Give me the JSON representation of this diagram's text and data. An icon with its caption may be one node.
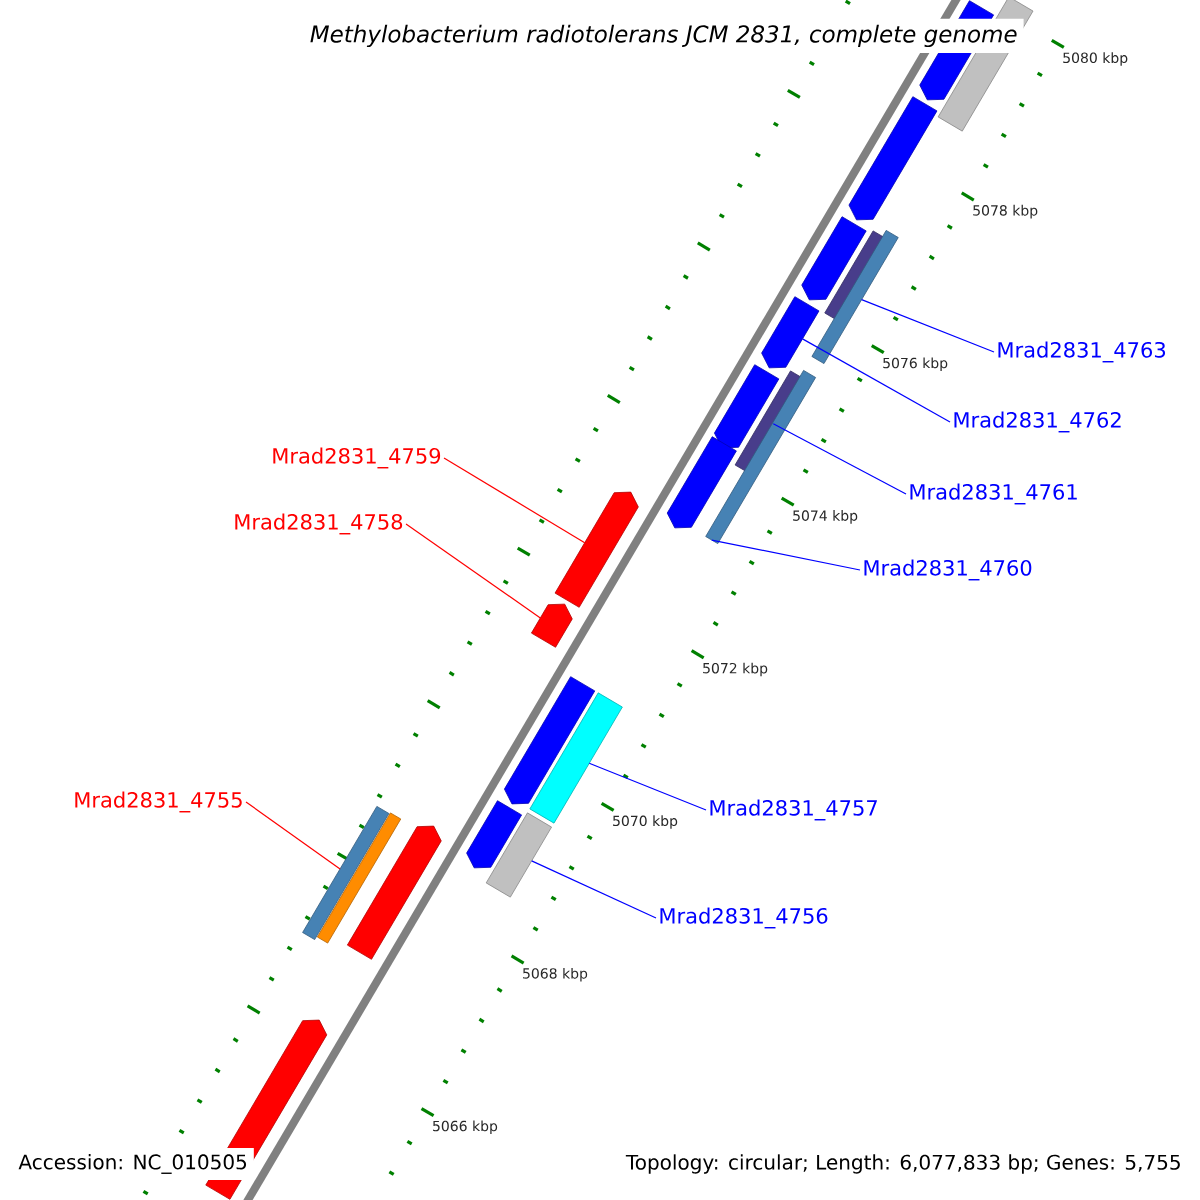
{
  "diagram": {
    "title": "Methylobacterium radiotolerans JCM 2831, complete genome",
    "nodes": [
      {
        "text": [
          "Mrad2831_4763"
        ]
      },
      {
        "text": [
          "Mrad2831_4762"
        ]
      },
      {
        "text": [
          "Mrad2831_4759"
        ]
      },
      {
        "text": [
          "Mrad2831_4761"
        ]
      },
      {
        "text": [
          "Mrad2831_4758"
        ]
      },
      {
        "text": [
          "Mrad2831_4760"
        ]
      },
      {
        "text": [
          "Mrad2831_4755"
        ]
      },
      {
        "text": [
          "Mrad2831_4757"
        ]
      },
      {
        "text": [
          "Mrad2831_4756"
        ]
      },
      {
        "text": [],
        "shape": "pentagon"
      },
      {
        "text": [],
        "shape": "bar"
      },
      {
        "text": [],
        "shape": "pentagon"
      },
      {
        "text": [],
        "shape": "pentagon"
      },
      {
        "text": [],
        "shape": "bar"
      },
      {
        "text": [],
        "shape": "bar"
      },
      {
        "text": [],
        "shape": "pentagon"
      },
      {
        "text": [],
        "shape": "pentagon"
      },
      {
        "text": [],
        "shape": "bar"
      },
      {
        "text": [],
        "shape": "bar"
      },
      {
        "text": [],
        "shape": "pentagon"
      },
      {
        "text": [],
        "shape": "pentagon"
      },
      {
        "text": [],
        "shape": "pentagon"
      },
      {
        "text": [],
        "shape": "pentagon"
      },
      {
        "text": [],
        "shape": "bar"
      },
      {
        "text": [],
        "shape": "pentagon"
      },
      {
        "text": [],
        "shape": "bar"
      },
      {
        "text": [],
        "shape": "bar"
      },
      {
        "text": [],
        "shape": "bar"
      },
      {
        "text": [],
        "shape": "pentagon"
      },
      {
        "text": [],
        "shape": "pentagon"
      }
    ],
    "edges": [
      {
        "from": 0,
        "to": 14,
        "arrow": "none"
      },
      {
        "from": 1,
        "to": 15,
        "arrow": "none"
      },
      {
        "from": 2,
        "to": 20,
        "arrow": "none",
        "color": "#ff0000"
      },
      {
        "from": 3,
        "to": 17,
        "arrow": "none"
      },
      {
        "from": 4,
        "to": 21,
        "arrow": "none",
        "color": "#ff0000"
      },
      {
        "from": 5,
        "to": 18,
        "arrow": "none"
      },
      {
        "from": 6,
        "to": 25,
        "arrow": "none",
        "color": "#ff0000"
      },
      {
        "from": 7,
        "to": 23,
        "arrow": "none"
      },
      {
        "from": 8,
        "to": 27,
        "arrow": "none"
      }
    ],
    "labels": [
      "5080 kbp",
      "5078 kbp",
      "5076 kbp",
      "5074 kbp",
      "5072 kbp",
      "5070 kbp",
      "5068 kbp",
      "5066 kbp",
      "Accession: NC_010505",
      "Topology: circular; Length: 6,077,833 bp; Genes: 5,755"
    ]
  }
}
